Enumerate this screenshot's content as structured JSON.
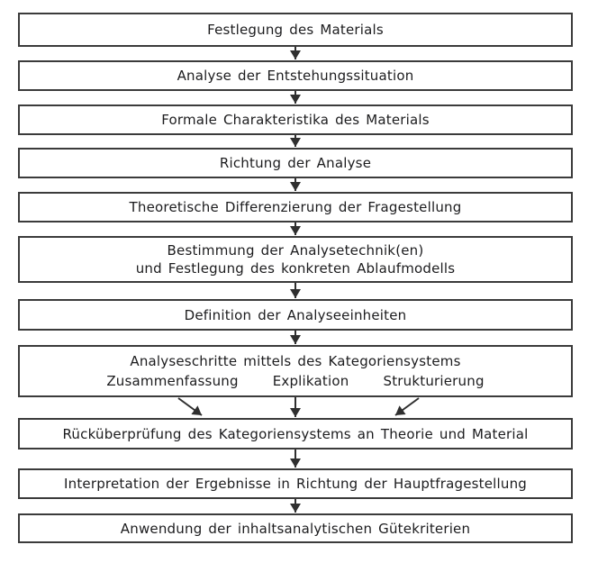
{
  "flow": {
    "steps": [
      {
        "label": "Festlegung des Materials"
      },
      {
        "label": "Analyse der Entstehungssituation"
      },
      {
        "label": "Formale Charakteristika des Materials"
      },
      {
        "label": "Richtung der Analyse"
      },
      {
        "label": "Theoretische Differenzierung der Fragestellung"
      },
      {
        "label": "Bestimmung der Analysetechnik(en)",
        "label2": "und Festlegung des konkreten Ablaufmodells"
      },
      {
        "label": "Definition der Analyseeinheiten"
      },
      {
        "label": "Analyseschritte mittels des Kategoriensystems",
        "techniques": [
          "Zusammenfassung",
          "Explikation",
          "Strukturierung"
        ]
      },
      {
        "label": "Rücküberprüfung des Kategoriensystems an Theorie und Material"
      },
      {
        "label": "Interpretation der Ergebnisse in Richtung der Hauptfragestellung"
      },
      {
        "label": "Anwendung der inhaltsanalytischen Gütekriterien"
      }
    ],
    "colors": {
      "background": "#ffffff",
      "box_border": "#3b3b3b",
      "text": "#1c1c1e",
      "arrow": "#2f2f2f"
    }
  }
}
